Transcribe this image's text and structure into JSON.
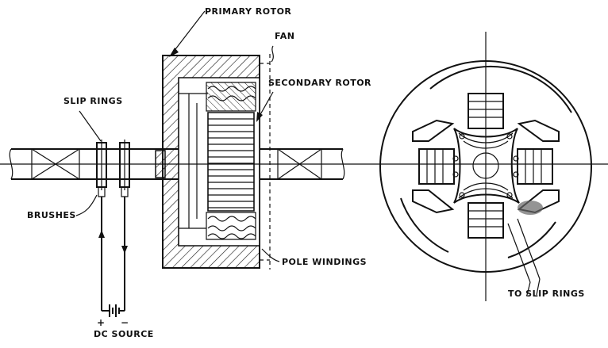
{
  "labels": {
    "primary_rotor": "PRIMARY ROTOR",
    "fan": "FAN",
    "secondary_rotor": "SECONDARY ROTOR",
    "slip_rings": "SLIP RINGS",
    "brushes": "BRUSHES",
    "pole_windings": "POLE WINDINGS",
    "dc_source": "DC SOURCE",
    "plus_sign": "+",
    "minus_sign": "−",
    "to_slip_rings": "TO SLIP RINGS"
  }
}
